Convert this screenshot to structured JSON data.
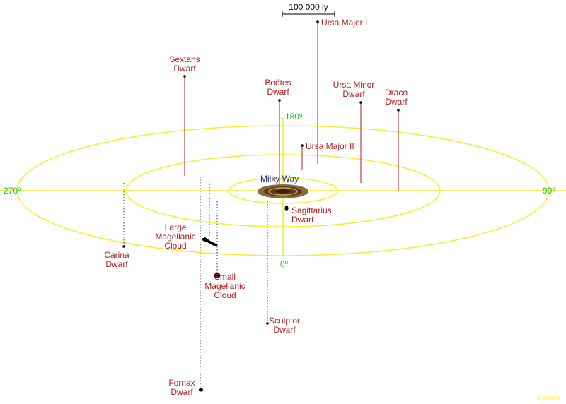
{
  "scale_bar": {
    "label": "100 000 ly"
  },
  "center": {
    "label": "Milky Way"
  },
  "angles": {
    "a0": "0º",
    "a90": "90º",
    "a180": "180º",
    "a270": "270º"
  },
  "colors": {
    "rings": "#f2ef3a",
    "angle_labels": "#22c81f",
    "above_plane": "#b31b1b",
    "below_plane": "#333333",
    "center_label": "#1b2e9c",
    "dot": "#000000"
  },
  "galaxies": [
    {
      "id": "ursa-major-i",
      "lines": [
        "Ursa Major I"
      ],
      "side": "above"
    },
    {
      "id": "sextans-dwarf",
      "lines": [
        "Sextans",
        "Dwarf"
      ],
      "side": "above"
    },
    {
      "id": "bootes-dwarf",
      "lines": [
        "Boötes",
        "Dwarf"
      ],
      "side": "above"
    },
    {
      "id": "ursa-minor-dwarf",
      "lines": [
        "Ursa Minor",
        "Dwarf"
      ],
      "side": "above"
    },
    {
      "id": "draco-dwarf",
      "lines": [
        "Draco",
        "Dwarf"
      ],
      "side": "above"
    },
    {
      "id": "ursa-major-ii",
      "lines": [
        "Ursa Major II"
      ],
      "side": "above"
    },
    {
      "id": "sagittarius-dwarf",
      "lines": [
        "Sagittarius",
        "Dwarf"
      ],
      "side": "below"
    },
    {
      "id": "large-magellanic-cloud",
      "lines": [
        "Large",
        "Magellanic",
        "Cloud"
      ],
      "side": "below"
    },
    {
      "id": "carina-dwarf",
      "lines": [
        "Carina",
        "Dwarf"
      ],
      "side": "below"
    },
    {
      "id": "small-magellanic-cloud",
      "lines": [
        "Small",
        "Magellanic",
        "Cloud"
      ],
      "side": "below"
    },
    {
      "id": "sculptor-dwarf",
      "lines": [
        "Sculptor",
        "Dwarf"
      ],
      "side": "below"
    },
    {
      "id": "fornax-dwarf",
      "lines": [
        "Fornax",
        "Dwarf"
      ],
      "side": "below"
    }
  ],
  "credit": "r powell"
}
